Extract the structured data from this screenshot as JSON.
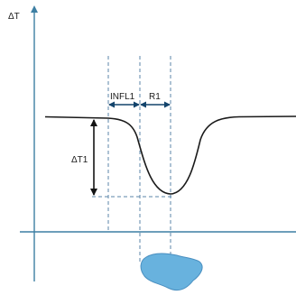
{
  "diagram": {
    "y_axis_label": "ΔT",
    "dimension_labels": {
      "infl1": "INFL1",
      "r1": "R1",
      "dt1": "ΔT1"
    },
    "colors": {
      "axis": "#3d7fa3",
      "curve": "#1a1a1a",
      "guide": "#5b86a8",
      "arrow": "#12436b",
      "dt1_arrow": "#141414",
      "defect_fill": "#68b2de",
      "defect_stroke": "#4a8fc0"
    }
  }
}
